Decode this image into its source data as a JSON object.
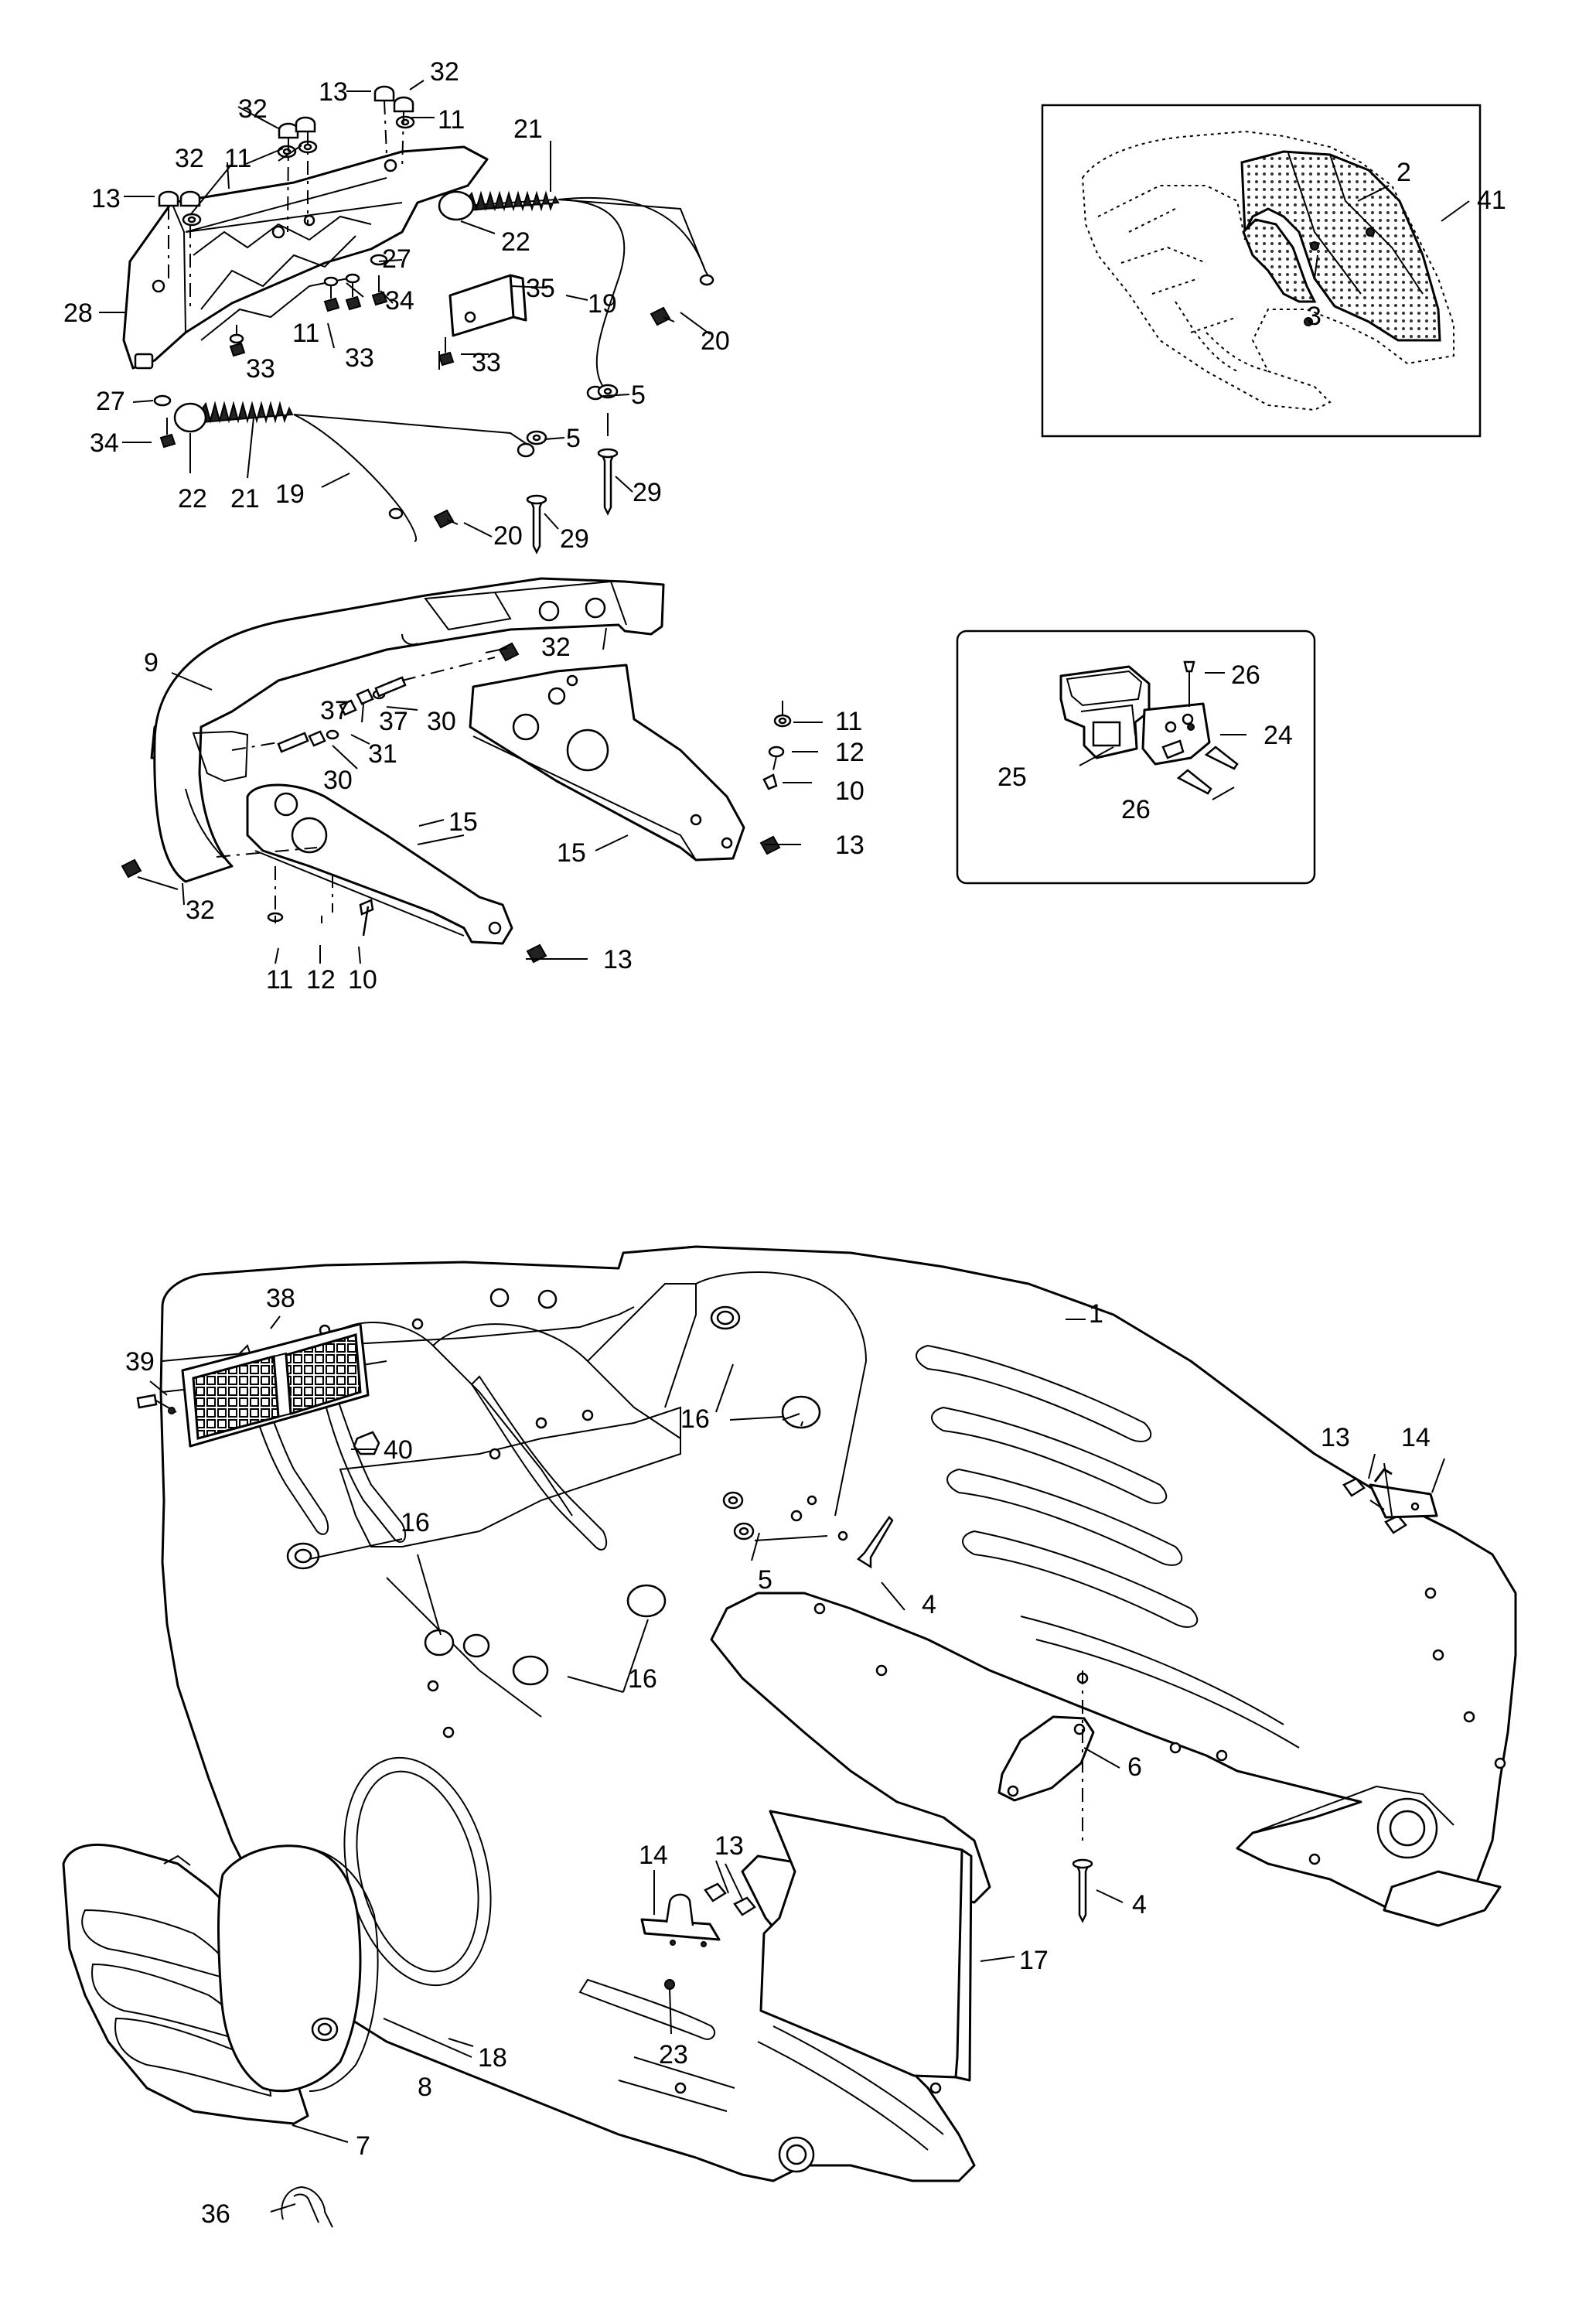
{
  "callouts": {
    "c1": "1",
    "c2": "2",
    "c3": "3",
    "c4a": "4",
    "c4b": "4",
    "c5a": "5",
    "c5b": "5",
    "c5c": "5",
    "c6": "6",
    "c7": "7",
    "c8": "8",
    "c9": "9",
    "c10a": "10",
    "c10b": "10",
    "c11a": "11",
    "c11b": "11",
    "c11c": "11",
    "c11d": "11",
    "c11e": "11",
    "c12a": "12",
    "c12b": "12",
    "c13a": "13",
    "c13b": "13",
    "c13c": "13",
    "c13d": "13",
    "c13e": "13",
    "c13f": "13",
    "c14a": "14",
    "c14b": "14",
    "c15a": "15",
    "c15b": "15",
    "c16a": "16",
    "c16b": "16",
    "c16c": "16",
    "c17": "17",
    "c18": "18",
    "c19a": "19",
    "c19b": "19",
    "c20a": "20",
    "c20b": "20",
    "c21a": "21",
    "c21b": "21",
    "c22a": "22",
    "c22b": "22",
    "c23": "23",
    "c24": "24",
    "c25": "25",
    "c26a": "26",
    "c26b": "26",
    "c27a": "27",
    "c27b": "27",
    "c28": "28",
    "c29a": "29",
    "c29b": "29",
    "c30a": "30",
    "c30b": "30",
    "c31": "31",
    "c32a": "32",
    "c32b": "32",
    "c32c": "32",
    "c32d": "32",
    "c32e": "32",
    "c33a": "33",
    "c33b": "33",
    "c33c": "33",
    "c34a": "34",
    "c34b": "34",
    "c35": "35",
    "c36": "36",
    "c37a": "37",
    "c37b": "37",
    "c38": "38",
    "c39": "39",
    "c40": "40",
    "c41": "41"
  }
}
